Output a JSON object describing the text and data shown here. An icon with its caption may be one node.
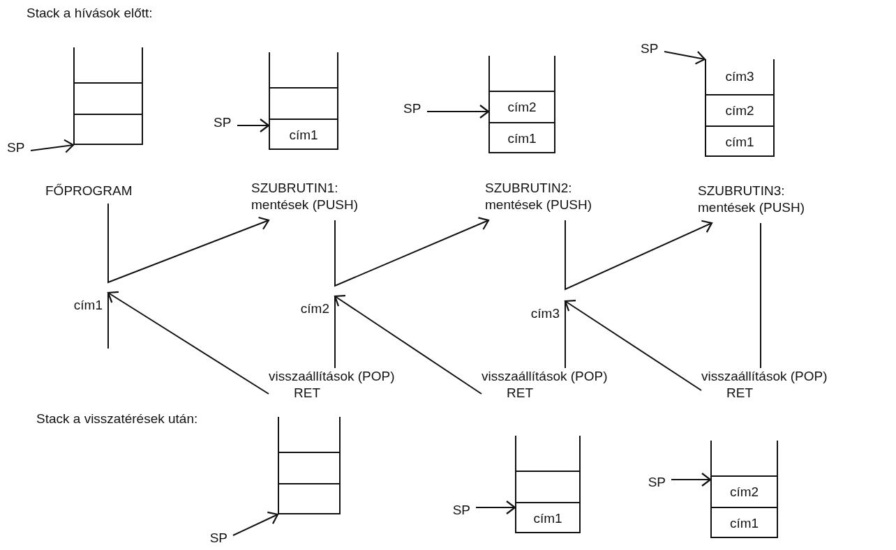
{
  "diagram": {
    "nodes": [
      {
        "text": [
          "SP"
        ]
      },
      {
        "text": [],
        "shape": "box"
      },
      {
        "text": [],
        "shape": "box",
        "in": 1
      },
      {
        "text": [],
        "shape": "box",
        "in": 1
      },
      {
        "text": [
          "SP"
        ]
      },
      {
        "text": [],
        "shape": "box"
      },
      {
        "text": [],
        "shape": "box",
        "in": 5
      },
      {
        "text": [
          "cím1"
        ],
        "in": 5
      },
      {
        "text": [
          "SP"
        ]
      },
      {
        "text": [],
        "shape": "box"
      },
      {
        "text": [
          "cím2"
        ],
        "in": 9
      },
      {
        "text": [
          "cím1"
        ],
        "in": 9
      },
      {
        "text": [
          "SP"
        ]
      },
      {
        "text": [],
        "shape": "box"
      },
      {
        "text": [
          "cím3"
        ],
        "in": 13
      },
      {
        "text": [
          "cím2"
        ],
        "in": 13
      },
      {
        "text": [
          "cím1"
        ],
        "in": 13
      },
      {
        "text": [
          "FŐPROGRAM"
        ]
      },
      {
        "text": [
          "SZUBRUTIN1:",
          "mentések (PUSH)"
        ]
      },
      {
        "text": [
          "SZUBRUTIN2:",
          "mentések (PUSH)"
        ]
      },
      {
        "text": [
          "SZUBRUTIN3:",
          "mentések (PUSH)"
        ]
      },
      {
        "text": [
          "cím1"
        ]
      },
      {
        "text": [
          "cím2"
        ]
      },
      {
        "text": [
          "cím3"
        ]
      },
      {
        "text": [
          "visszaállítások (POP)",
          "RET"
        ]
      },
      {
        "text": [
          "visszaállítások (POP)",
          "RET"
        ]
      },
      {
        "text": [
          "visszaállítások (POP)",
          "RET"
        ]
      },
      {
        "text": [],
        "shape": "box"
      },
      {
        "text": [],
        "shape": "box",
        "in": 27
      },
      {
        "text": [],
        "shape": "box",
        "in": 27
      },
      {
        "text": [
          "SP"
        ]
      },
      {
        "text": [
          "SP"
        ]
      },
      {
        "text": [],
        "shape": "box"
      },
      {
        "text": [],
        "shape": "box",
        "in": 32
      },
      {
        "text": [
          "cím1"
        ],
        "in": 32
      },
      {
        "text": [
          "SP"
        ]
      },
      {
        "text": [],
        "shape": "box"
      },
      {
        "text": [
          "cím2"
        ],
        "in": 36
      },
      {
        "text": [
          "cím1"
        ],
        "in": 36
      }
    ],
    "edges": [
      {
        "from": 0,
        "to": 1,
        "arrow": "to"
      },
      {
        "from": 4,
        "to": 7,
        "arrow": "to"
      },
      {
        "from": 8,
        "to": 10,
        "arrow": "to"
      },
      {
        "from": 12,
        "to": 14,
        "arrow": "to"
      },
      {
        "from": 17,
        "to": 18,
        "arrow": "to"
      },
      {
        "from": 18,
        "to": 19,
        "arrow": "to"
      },
      {
        "from": 19,
        "to": 20,
        "arrow": "to"
      },
      {
        "from": 20,
        "to": 26,
        "arrow": "none"
      },
      {
        "from": 26,
        "to": 23,
        "arrow": "to"
      },
      {
        "from": 23,
        "to": 25,
        "arrow": "none"
      },
      {
        "from": 25,
        "to": 22,
        "arrow": "to"
      },
      {
        "from": 22,
        "to": 24,
        "arrow": "none"
      },
      {
        "from": 24,
        "to": 21,
        "arrow": "to"
      },
      {
        "from": null,
        "to": 21,
        "arrow": "none"
      },
      {
        "from": 30,
        "to": 27,
        "arrow": "to"
      },
      {
        "from": 31,
        "to": 34,
        "arrow": "to"
      },
      {
        "from": 35,
        "to": 37,
        "arrow": "to"
      }
    ],
    "labels": [
      "Stack a hívások előtt:",
      "Stack a visszatérések után:"
    ]
  }
}
